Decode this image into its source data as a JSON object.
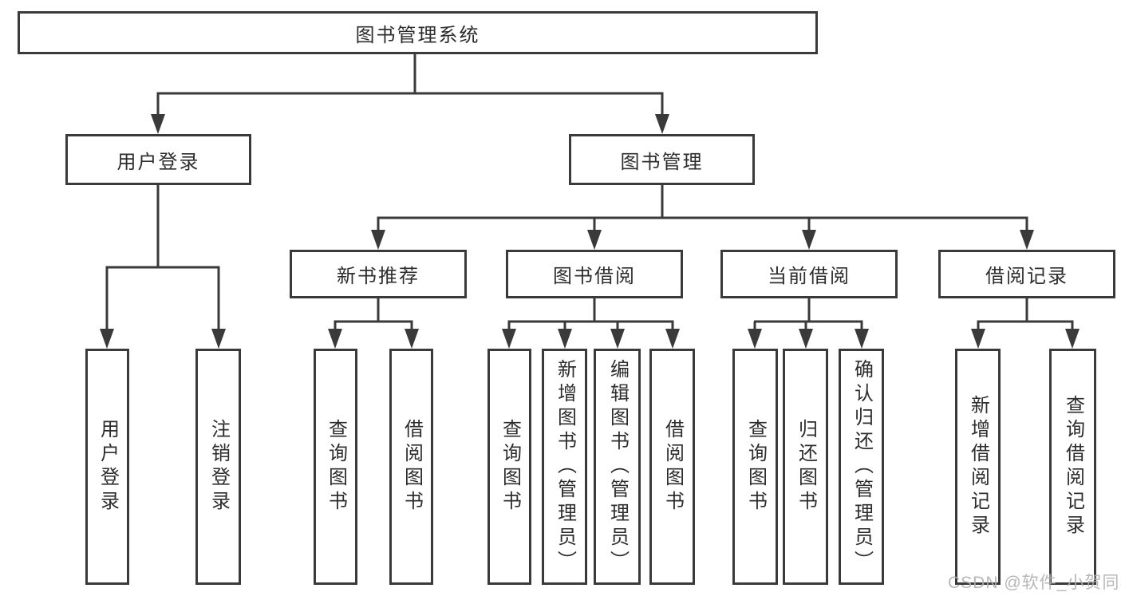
{
  "diagram": {
    "title": "图书管理系统",
    "root": {
      "label": "图书管理系统"
    },
    "level2": [
      {
        "label": "用户登录"
      },
      {
        "label": "图书管理"
      }
    ],
    "level3": [
      {
        "label": "新书推荐"
      },
      {
        "label": "图书借阅"
      },
      {
        "label": "当前借阅"
      },
      {
        "label": "借阅记录"
      }
    ],
    "leaves": [
      {
        "label": "用户登录",
        "parent": "用户登录"
      },
      {
        "label": "注销登录",
        "parent": "用户登录"
      },
      {
        "label": "查询图书",
        "parent": "新书推荐"
      },
      {
        "label": "借阅图书",
        "parent": "新书推荐"
      },
      {
        "label": "查询图书",
        "parent": "图书借阅"
      },
      {
        "label": "新增图书（管理员）",
        "parent": "图书借阅"
      },
      {
        "label": "编辑图书（管理员）",
        "parent": "图书借阅"
      },
      {
        "label": "借阅图书",
        "parent": "图书借阅"
      },
      {
        "label": "查询图书",
        "parent": "当前借阅"
      },
      {
        "label": "归还图书",
        "parent": "当前借阅"
      },
      {
        "label": "确认归还（管理员）",
        "parent": "当前借阅"
      },
      {
        "label": "新增借阅记录",
        "parent": "借阅记录"
      },
      {
        "label": "查询借阅记录",
        "parent": "借阅记录"
      }
    ]
  },
  "watermark": {
    "text": "CSDN @软件_小贺同学"
  },
  "colors": {
    "line": "#3a3a3a",
    "text": "#2d2d2d",
    "background": "#ffffff",
    "watermark": "#afafaf"
  }
}
